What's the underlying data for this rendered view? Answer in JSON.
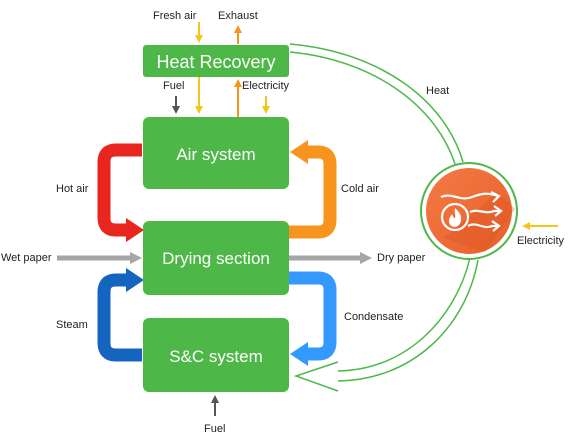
{
  "colors": {
    "green": "#4db847",
    "green_dark": "#3c9a37",
    "red": "#e8261f",
    "orange": "#f7941d",
    "blue_dark": "#1565c0",
    "blue_light": "#3399ff",
    "gray": "#a6a6a6",
    "yellow": "#f5c518",
    "exhaust_orange": "#f7941d",
    "dark_gray": "#555555",
    "heat_pump_fill": "#f26f3a",
    "heat_pump_border": "#4db847"
  },
  "boxes": {
    "heat_recovery": "Heat Recovery",
    "air_system": "Air system",
    "drying_section": "Drying section",
    "sc_system": "S&C system"
  },
  "labels": {
    "fresh_air": "Fresh air",
    "exhaust": "Exhaust",
    "fuel_top": "Fuel",
    "electricity_top": "Electricity",
    "heat": "Heat",
    "hot_air": "Hot air",
    "cold_air": "Cold air",
    "wet_paper": "Wet paper",
    "dry_paper": "Dry paper",
    "steam": "Steam",
    "condensate": "Condensate",
    "fuel_bottom": "Fuel",
    "electricity_right": "Electricity"
  },
  "icons": {
    "heat_pump": "heat-pump-flame-icon"
  }
}
